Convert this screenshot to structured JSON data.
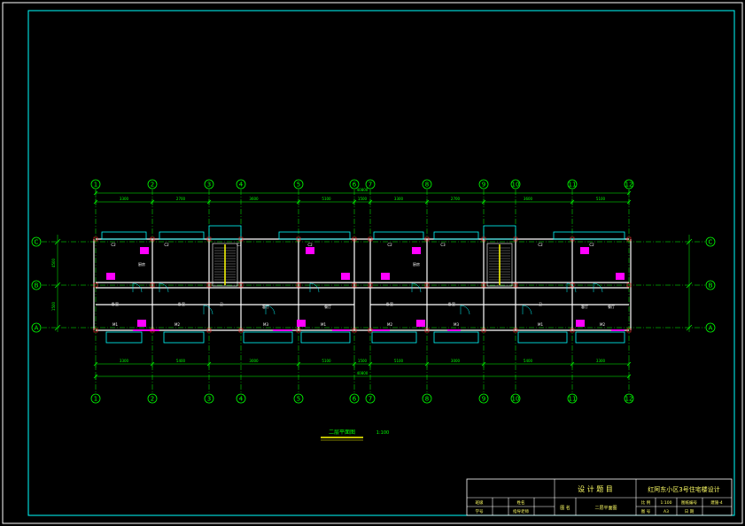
{
  "drawing": {
    "title": "二层平面图",
    "scale": "1:100"
  },
  "axes": {
    "horizontal": [
      "1",
      "2",
      "3",
      "4",
      "5",
      "6",
      "7",
      "8",
      "9",
      "10",
      "11",
      "12"
    ],
    "vertical": [
      "C",
      "B",
      "A"
    ]
  },
  "dimensions": {
    "overall": "40800",
    "top_bays": [
      "3300",
      "2700",
      "3600",
      "5100",
      "1500",
      "3300",
      "2700",
      "3600",
      "5100"
    ],
    "bottom_bays": [
      "3300",
      "5400",
      "3000",
      "5100",
      "1500",
      "5100",
      "3000",
      "5400",
      "3300"
    ],
    "left_side": [
      "4500",
      "1500"
    ]
  },
  "rooms": {
    "labels": [
      "卧室",
      "卧室",
      "厨房",
      "卫",
      "客厅",
      "餐厅",
      "卧室",
      "卧室",
      "厨房",
      "卫",
      "客厅",
      "餐厅"
    ],
    "window_tags": [
      "C2",
      "C2",
      "C3",
      "C2",
      "C2",
      "C3",
      "C2",
      "C2"
    ],
    "door_tags": [
      "M1",
      "M2",
      "M3",
      "M1",
      "M2",
      "M3",
      "M1",
      "M2"
    ]
  },
  "title_block": {
    "header": "设 计 题 目",
    "project": "红阿东小区3号住宅楼设计",
    "row1": [
      "班级",
      "姓名"
    ],
    "row2": [
      "学号",
      "指导老师"
    ],
    "drawing_name_label": "图 名",
    "drawing_name": "二层平面图",
    "meta1": [
      "比 例",
      "1:100",
      "图纸编号",
      "建施-4"
    ],
    "meta2": [
      "图 号",
      "A3",
      "日 期",
      ""
    ]
  },
  "colors": {
    "frame": "#ffffff",
    "axis": "#00ff00",
    "wall": "#ffffff",
    "cyan": "#00ffff",
    "magenta": "#ff00ff",
    "red": "#ff3333",
    "yellow": "#ffff00"
  }
}
